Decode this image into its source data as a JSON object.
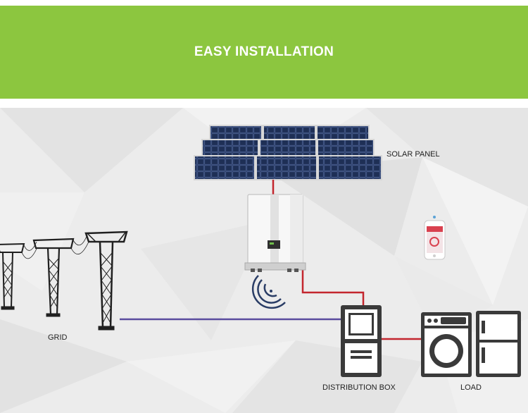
{
  "header": {
    "title": "EASY INSTALLATION"
  },
  "labels": {
    "solar_panel": "SOLAR PANEL",
    "grid": "GRID",
    "distribution_box": "DISTRIBUTION BOX",
    "load": "LOAD"
  },
  "colors": {
    "banner": "#8cc63f",
    "dc_wire": "#c3262e",
    "grid_wire": "#5a4c9e",
    "panel": "#2a3d66"
  },
  "icons": [
    "solar-panel-array-icon",
    "inverter-icon",
    "wifi-signal-icon",
    "smartphone-icon",
    "power-tower-icon",
    "distribution-box-icon",
    "washing-machine-icon",
    "refrigerator-icon"
  ]
}
